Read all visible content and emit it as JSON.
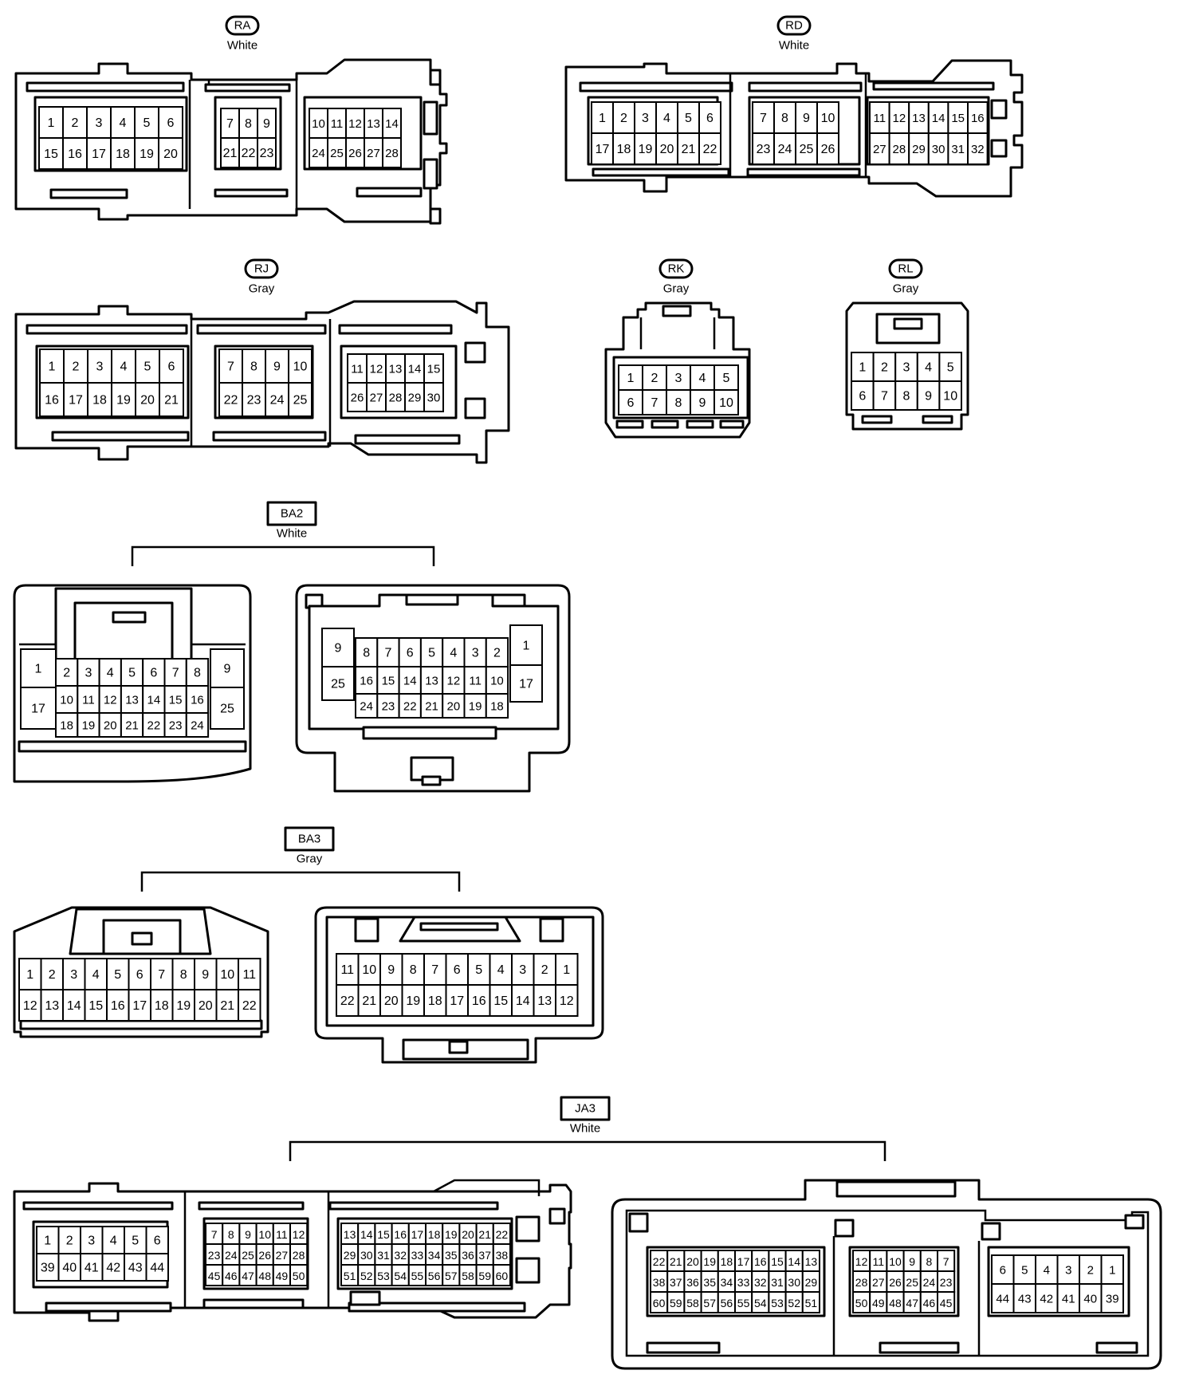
{
  "connectors": [
    {
      "id": "RA",
      "color": "White",
      "label_shape": "oval",
      "groups": [
        [
          [
            "1",
            "2",
            "3",
            "4",
            "5",
            "6"
          ],
          [
            "15",
            "16",
            "17",
            "18",
            "19",
            "20"
          ]
        ],
        [
          [
            "7",
            "8",
            "9"
          ],
          [
            "21",
            "22",
            "23"
          ]
        ],
        [
          [
            "10",
            "11",
            "12",
            "13",
            "14"
          ],
          [
            "24",
            "25",
            "26",
            "27",
            "28"
          ]
        ]
      ]
    },
    {
      "id": "RD",
      "color": "White",
      "label_shape": "oval",
      "groups": [
        [
          [
            "1",
            "2",
            "3",
            "4",
            "5",
            "6"
          ],
          [
            "17",
            "18",
            "19",
            "20",
            "21",
            "22"
          ]
        ],
        [
          [
            "7",
            "8",
            "9",
            "10"
          ],
          [
            "23",
            "24",
            "25",
            "26"
          ]
        ],
        [
          [
            "11",
            "12",
            "13",
            "14",
            "15",
            "16"
          ],
          [
            "27",
            "28",
            "29",
            "30",
            "31",
            "32"
          ]
        ]
      ]
    },
    {
      "id": "RJ",
      "color": "Gray",
      "label_shape": "oval",
      "groups": [
        [
          [
            "1",
            "2",
            "3",
            "4",
            "5",
            "6"
          ],
          [
            "16",
            "17",
            "18",
            "19",
            "20",
            "21"
          ]
        ],
        [
          [
            "7",
            "8",
            "9",
            "10"
          ],
          [
            "22",
            "23",
            "24",
            "25"
          ]
        ],
        [
          [
            "11",
            "12",
            "13",
            "14",
            "15"
          ],
          [
            "26",
            "27",
            "28",
            "29",
            "30"
          ]
        ]
      ]
    },
    {
      "id": "RK",
      "color": "Gray",
      "label_shape": "oval",
      "groups": [
        [
          [
            "1",
            "2",
            "3",
            "4",
            "5"
          ],
          [
            "6",
            "7",
            "8",
            "9",
            "10"
          ]
        ]
      ]
    },
    {
      "id": "RL",
      "color": "Gray",
      "label_shape": "oval",
      "groups": [
        [
          [
            "1",
            "2",
            "3",
            "4",
            "5"
          ],
          [
            "6",
            "7",
            "8",
            "9",
            "10"
          ]
        ]
      ]
    },
    {
      "id": "BA2",
      "color": "White",
      "label_shape": "rect",
      "groups": [
        [
          [
            "1",
            "2",
            "3",
            "4",
            "5",
            "6",
            "7",
            "8",
            "9"
          ],
          [
            "17",
            "10",
            "11",
            "12",
            "13",
            "14",
            "15",
            "16",
            "25"
          ],
          [
            "18",
            "19",
            "20",
            "21",
            "22",
            "23",
            "24"
          ]
        ],
        [
          [
            "9",
            "8",
            "7",
            "6",
            "5",
            "4",
            "3",
            "2",
            "1"
          ],
          [
            "25",
            "16",
            "15",
            "14",
            "13",
            "12",
            "11",
            "10",
            "17"
          ],
          [
            "24",
            "23",
            "22",
            "21",
            "20",
            "19",
            "18"
          ]
        ]
      ]
    },
    {
      "id": "BA3",
      "color": "Gray",
      "label_shape": "rect",
      "groups": [
        [
          [
            "1",
            "2",
            "3",
            "4",
            "5",
            "6",
            "7",
            "8",
            "9",
            "10",
            "11"
          ],
          [
            "12",
            "13",
            "14",
            "15",
            "16",
            "17",
            "18",
            "19",
            "20",
            "21",
            "22"
          ]
        ],
        [
          [
            "11",
            "10",
            "9",
            "8",
            "7",
            "6",
            "5",
            "4",
            "3",
            "2",
            "1"
          ],
          [
            "22",
            "21",
            "20",
            "19",
            "18",
            "17",
            "16",
            "15",
            "14",
            "13",
            "12"
          ]
        ]
      ]
    },
    {
      "id": "JA3",
      "color": "White",
      "label_shape": "rect",
      "groups": [
        [
          [
            "1",
            "2",
            "3",
            "4",
            "5",
            "6"
          ],
          [
            "39",
            "40",
            "41",
            "42",
            "43",
            "44"
          ]
        ],
        [
          [
            "7",
            "8",
            "9",
            "10",
            "11",
            "12"
          ],
          [
            "23",
            "24",
            "25",
            "26",
            "27",
            "28"
          ],
          [
            "45",
            "46",
            "47",
            "48",
            "49",
            "50"
          ]
        ],
        [
          [
            "13",
            "14",
            "15",
            "16",
            "17",
            "18",
            "19",
            "20",
            "21",
            "22"
          ],
          [
            "29",
            "30",
            "31",
            "32",
            "33",
            "34",
            "35",
            "36",
            "37",
            "38"
          ],
          [
            "51",
            "52",
            "53",
            "54",
            "55",
            "56",
            "57",
            "58",
            "59",
            "60"
          ]
        ],
        [
          [
            "22",
            "21",
            "20",
            "19",
            "18",
            "17",
            "16",
            "15",
            "14",
            "13"
          ],
          [
            "38",
            "37",
            "36",
            "35",
            "34",
            "33",
            "32",
            "31",
            "30",
            "29"
          ],
          [
            "60",
            "59",
            "58",
            "57",
            "56",
            "55",
            "54",
            "53",
            "52",
            "51"
          ]
        ],
        [
          [
            "12",
            "11",
            "10",
            "9",
            "8",
            "7"
          ],
          [
            "28",
            "27",
            "26",
            "25",
            "24",
            "23"
          ],
          [
            "50",
            "49",
            "48",
            "47",
            "46",
            "45"
          ]
        ],
        [
          [
            "6",
            "5",
            "4",
            "3",
            "2",
            "1"
          ],
          [
            "44",
            "43",
            "42",
            "41",
            "40",
            "39"
          ]
        ]
      ]
    }
  ]
}
